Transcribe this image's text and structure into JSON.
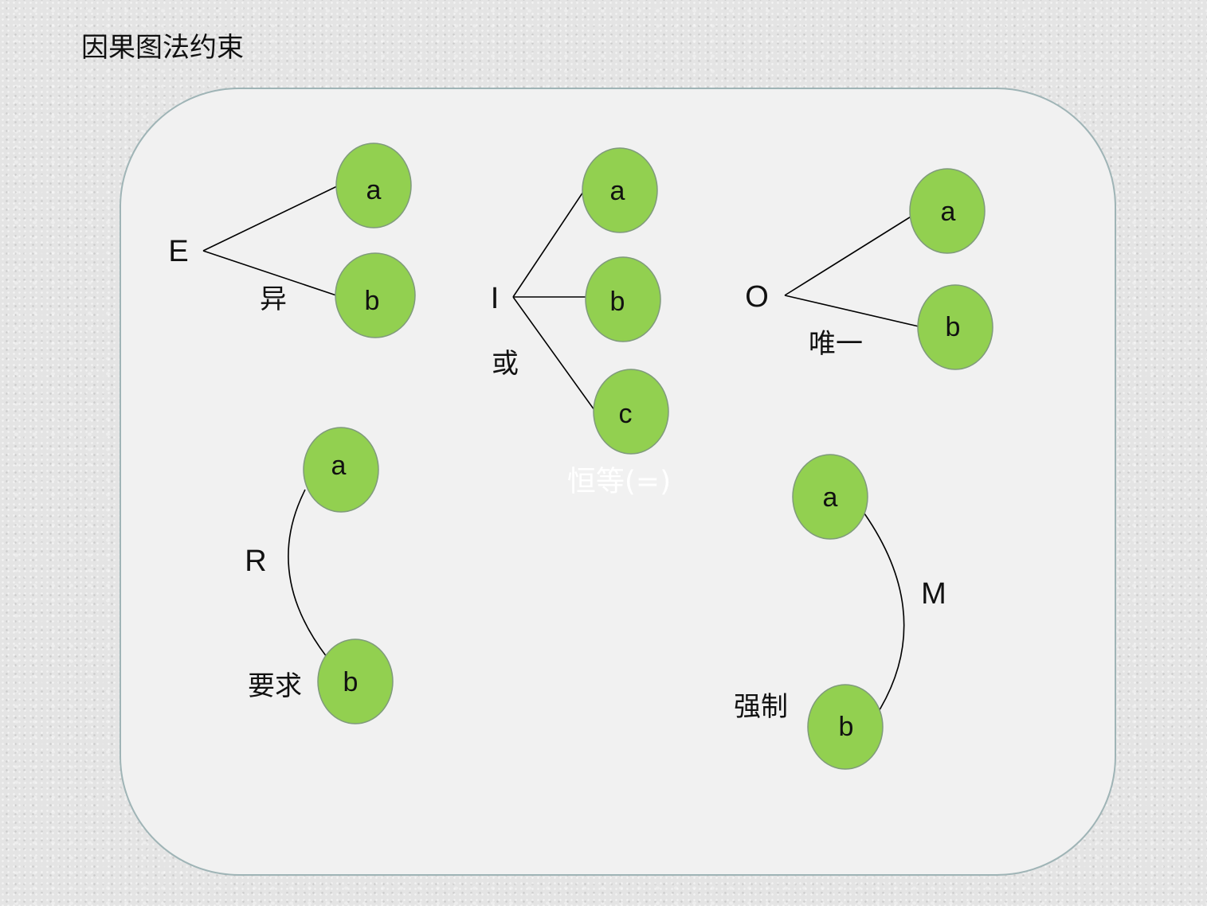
{
  "title": "因果图法约束",
  "constraints": {
    "exclusive": {
      "symbol": "E",
      "label": "异",
      "nodes": [
        "a",
        "b"
      ]
    },
    "inclusive": {
      "symbol": "I",
      "label": "或",
      "nodes": [
        "a",
        "b",
        "c"
      ]
    },
    "one_only": {
      "symbol": "O",
      "label": "唯一",
      "nodes": [
        "a",
        "b"
      ]
    },
    "requires": {
      "symbol": "R",
      "label": "要求",
      "nodes": [
        "a",
        "b"
      ]
    },
    "masks": {
      "symbol": "M",
      "label": "强制",
      "nodes": [
        "a",
        "b"
      ]
    }
  },
  "identity_label": "恒等(=)",
  "colors": {
    "node_fill": "#92d050",
    "node_stroke": "#7f9a7b",
    "panel_background": "#f1f1f1",
    "panel_border": "#9fb4b6",
    "identity_label": "#ffffff"
  }
}
